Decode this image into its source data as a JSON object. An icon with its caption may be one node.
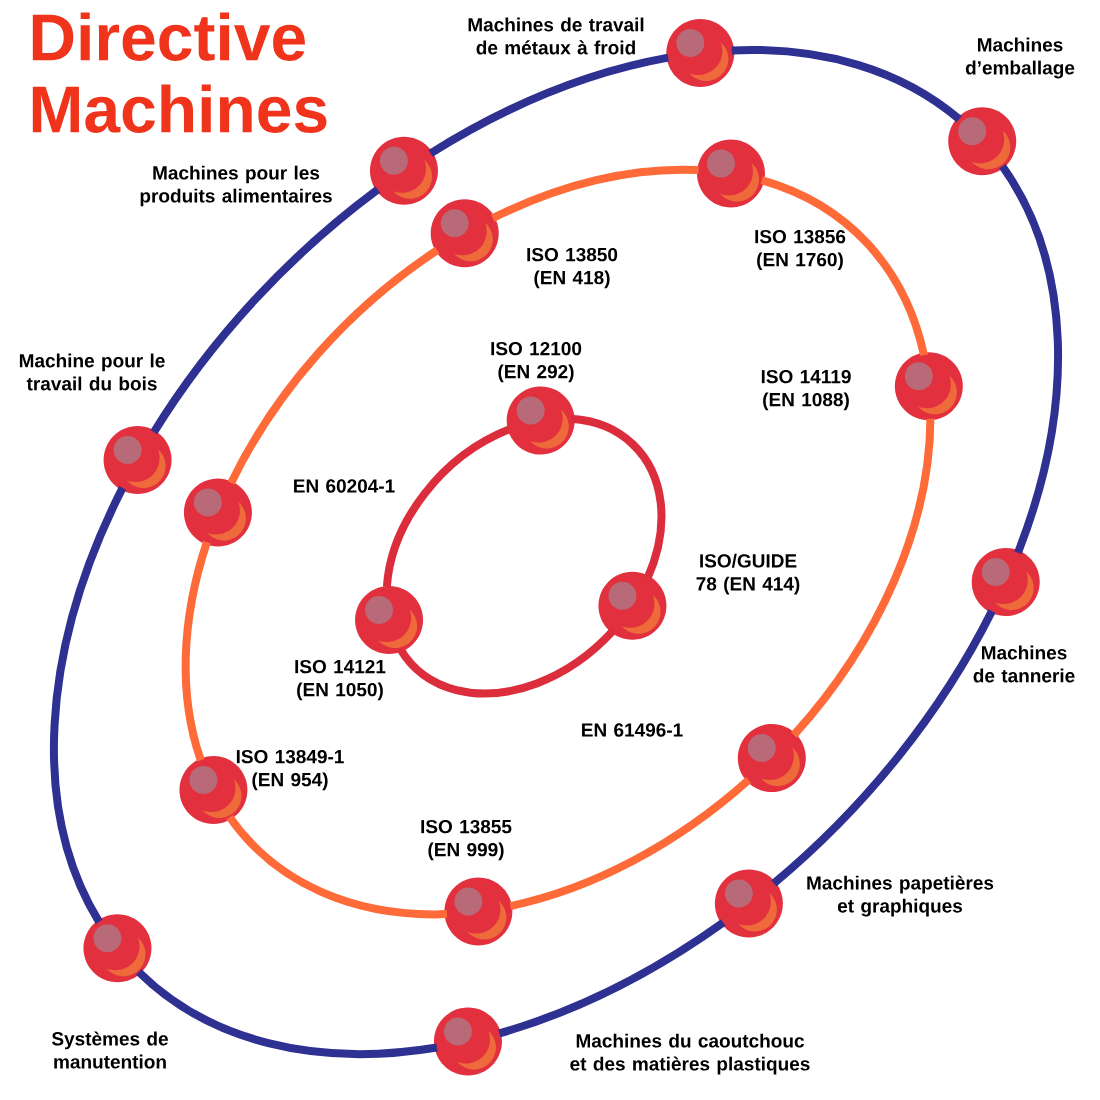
{
  "diagram": {
    "title": "Directive Machines",
    "nodes": [
      {
        "text": [],
        "shape": "circle",
        "beside": [
          "Machines de travail de métaux à froid"
        ]
      },
      {
        "text": [],
        "shape": "circle",
        "beside": [
          "Machines d’emballage"
        ]
      },
      {
        "text": [],
        "shape": "circle",
        "beside": [
          "ISO 13856 (EN 1760)"
        ]
      },
      {
        "text": [],
        "shape": "circle",
        "beside": [
          "Machines pour les produits alimentaires"
        ]
      },
      {
        "text": [],
        "shape": "circle",
        "beside": [
          "ISO 13850 (EN 418)"
        ]
      },
      {
        "text": [],
        "shape": "circle",
        "beside": [
          "ISO 14119 (EN 1088)"
        ]
      },
      {
        "text": [],
        "shape": "circle",
        "beside": [
          "ISO 12100 (EN 292)"
        ]
      },
      {
        "text": [],
        "shape": "circle",
        "beside": [
          "Machine pour le travail du bois"
        ]
      },
      {
        "text": [],
        "shape": "circle",
        "beside": [
          "EN 60204-1"
        ]
      },
      {
        "text": [],
        "shape": "circle",
        "beside": [
          "Machines de tannerie"
        ]
      },
      {
        "text": [],
        "shape": "circle",
        "beside": [
          "ISO/GUIDE 78 (EN 414)"
        ]
      },
      {
        "text": [],
        "shape": "circle",
        "beside": [
          "ISO 14121 (EN 1050)"
        ]
      },
      {
        "text": [],
        "shape": "circle",
        "beside": [
          "EN 61496-1"
        ]
      },
      {
        "text": [],
        "shape": "circle",
        "beside": [
          "ISO 13849-1 (EN 954)"
        ]
      },
      {
        "text": [],
        "shape": "circle",
        "beside": [
          "Machines papetières et graphiques"
        ]
      },
      {
        "text": [],
        "shape": "circle",
        "beside": [
          "ISO 13855 (EN 999)"
        ]
      },
      {
        "text": [],
        "shape": "circle",
        "beside": [
          "Systèmes de manutention"
        ]
      },
      {
        "text": [],
        "shape": "circle",
        "beside": [
          "Machines du caoutchouc et des matières plastiques"
        ]
      }
    ],
    "edges": [
      {
        "from": 0,
        "to": 1,
        "arrow": "none",
        "color": "#2e3192"
      },
      {
        "from": 1,
        "to": 9,
        "arrow": "none",
        "color": "#2e3192"
      },
      {
        "from": 9,
        "to": 14,
        "arrow": "none",
        "color": "#2e3192"
      },
      {
        "from": 14,
        "to": 17,
        "arrow": "none",
        "color": "#2e3192"
      },
      {
        "from": 17,
        "to": 16,
        "arrow": "none",
        "color": "#2e3192"
      },
      {
        "from": 16,
        "to": 7,
        "arrow": "none",
        "color": "#2e3192"
      },
      {
        "from": 7,
        "to": 3,
        "arrow": "none",
        "color": "#2e3192"
      },
      {
        "from": 3,
        "to": 0,
        "arrow": "none",
        "color": "#2e3192"
      },
      {
        "from": 2,
        "to": 5,
        "arrow": "none",
        "color": "#ff6a39"
      },
      {
        "from": 5,
        "to": 12,
        "arrow": "none",
        "color": "#ff6a39"
      },
      {
        "from": 12,
        "to": 15,
        "arrow": "none",
        "color": "#ff6a39"
      },
      {
        "from": 15,
        "to": 13,
        "arrow": "none",
        "color": "#ff6a39"
      },
      {
        "from": 13,
        "to": 8,
        "arrow": "none",
        "color": "#ff6a39"
      },
      {
        "from": 8,
        "to": 4,
        "arrow": "none",
        "color": "#ff6a39"
      },
      {
        "from": 4,
        "to": 2,
        "arrow": "none",
        "color": "#ff6a39"
      },
      {
        "from": 6,
        "to": 10,
        "arrow": "none",
        "color": "#dc2d3c"
      },
      {
        "from": 10,
        "to": 11,
        "arrow": "none",
        "color": "#dc2d3c"
      },
      {
        "from": 11,
        "to": 6,
        "arrow": "none",
        "color": "#dc2d3c"
      }
    ]
  }
}
